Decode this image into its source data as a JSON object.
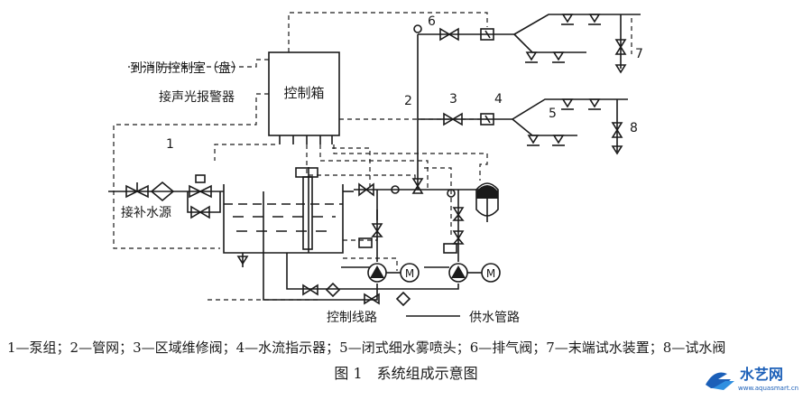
{
  "labels": {
    "control_box": "控制箱",
    "fire_control_room": "到消防控制室（盘）",
    "alarm": "接声光报警器",
    "make_up_water": "接补水源",
    "control_line": "控制线路",
    "supply_pipe": "供水管路",
    "motor": "M"
  },
  "numbers": {
    "n1": "1",
    "n2": "2",
    "n3": "3",
    "n4": "4",
    "n5": "5",
    "n6": "6",
    "n7": "7",
    "n8": "8"
  },
  "legend": "1—泵组；2—管网；3—区域维修阀；4—水流指示器；5—闭式细水雾喷头；6—排气阀；7—末端试水装置；8—试水阀",
  "caption": "图 1　系统组成示意图",
  "logo": {
    "text": "水艺网",
    "url_text": "www.aquasmart.cn",
    "color": "#1b5fb8"
  }
}
